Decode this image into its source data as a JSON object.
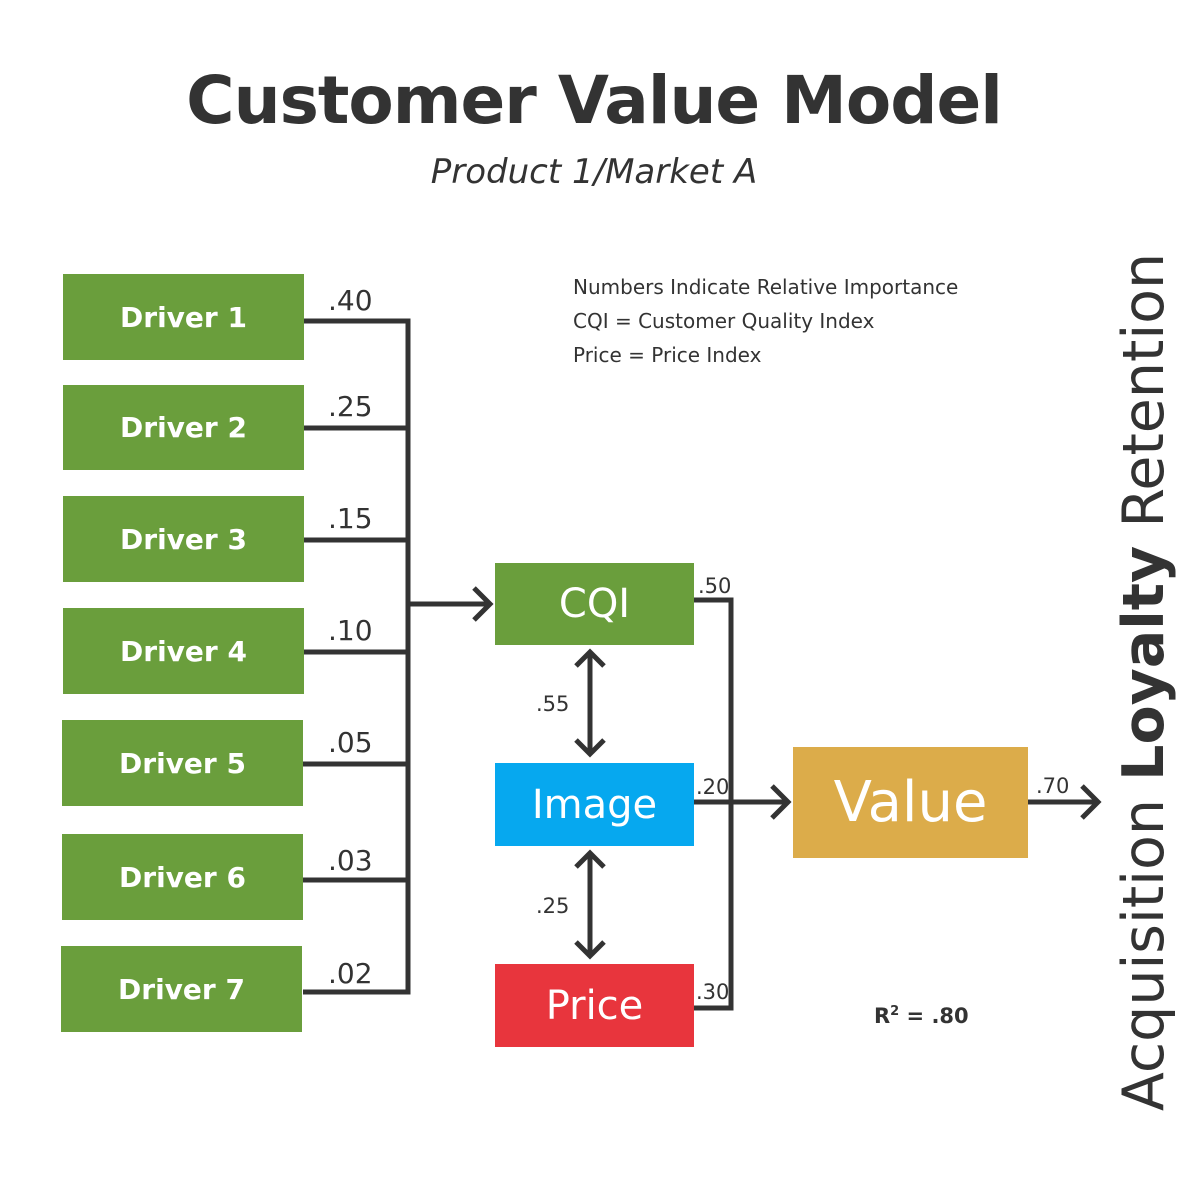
{
  "title": "Customer Value Model",
  "subtitle": "Product 1/Market A",
  "legend": [
    "Numbers Indicate Relative Importance",
    "CQI = Customer Quality Index",
    "Price = Price Index"
  ],
  "drivers": [
    {
      "label": "Driver 1",
      "weight": ".40"
    },
    {
      "label": "Driver 2",
      "weight": ".25"
    },
    {
      "label": "Driver 3",
      "weight": ".15"
    },
    {
      "label": "Driver 4",
      "weight": ".10"
    },
    {
      "label": "Driver 5",
      "weight": ".05"
    },
    {
      "label": "Driver 6",
      "weight": ".03"
    },
    {
      "label": "Driver 7",
      "weight": ".02"
    }
  ],
  "nodes": {
    "cqi": {
      "label": "CQI",
      "weight": ".50",
      "color": "#6a9e3c"
    },
    "image": {
      "label": "Image",
      "weight": ".20",
      "color": "#06a8ef"
    },
    "price": {
      "label": "Price",
      "weight": ".30",
      "color": "#e8353d"
    },
    "value": {
      "label": "Value",
      "weight": ".70",
      "color": "#dcac4a"
    }
  },
  "correlations": {
    "cqi_image": ".55",
    "image_price": ".25"
  },
  "r_squared": {
    "label": "R",
    "sup": "2",
    "value": "= .80"
  },
  "outcomes": {
    "first": "Acquisition",
    "second": "Loyalty",
    "third": "Retention"
  },
  "colors": {
    "line": "#333333",
    "driver": "#6a9e3c"
  }
}
